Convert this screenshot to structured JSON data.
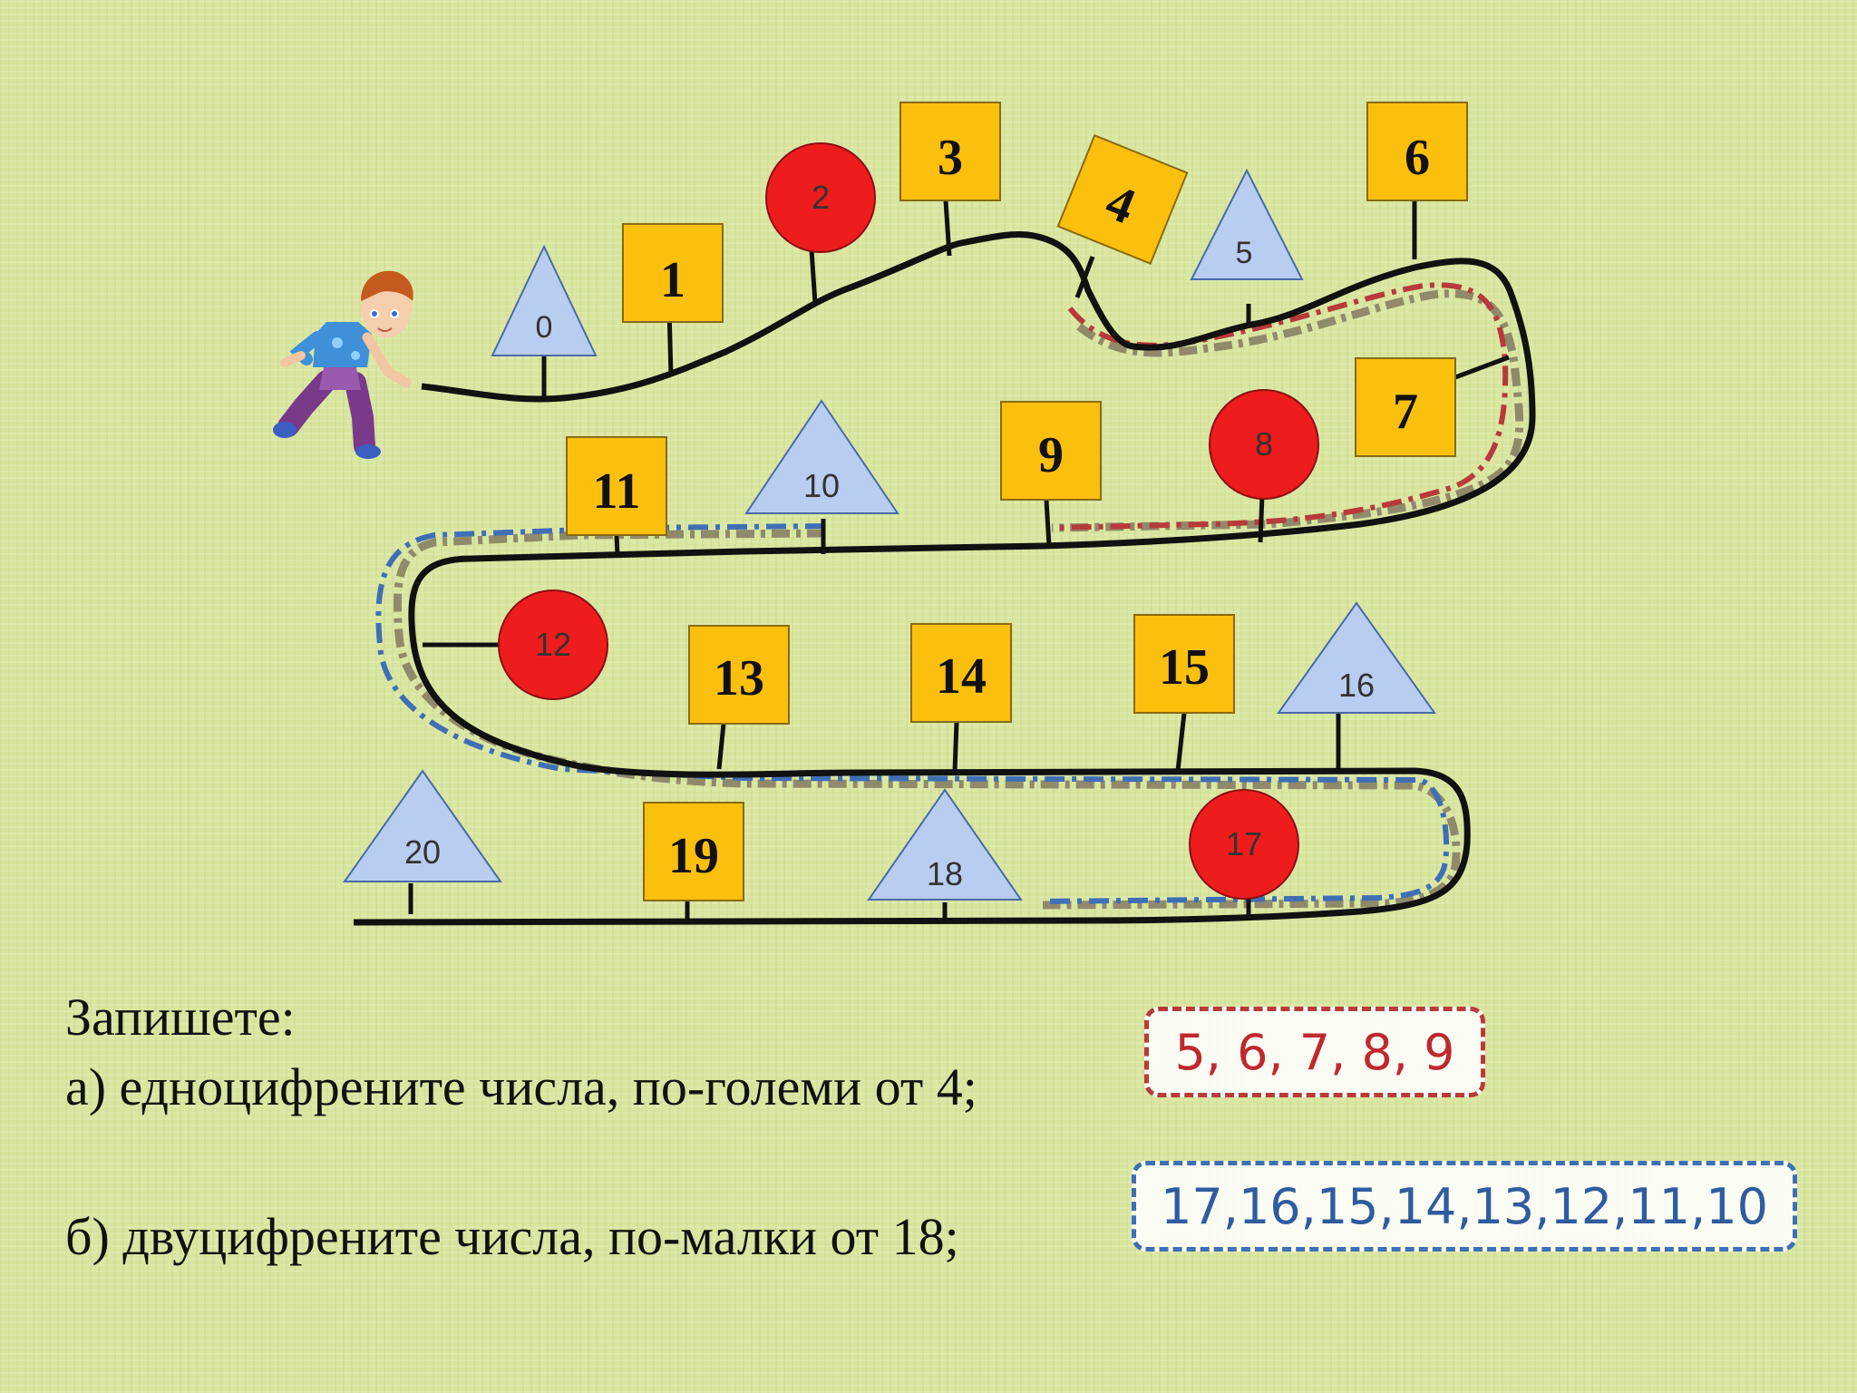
{
  "markers": [
    {
      "n": "0",
      "shape": "triangle"
    },
    {
      "n": "1",
      "shape": "square"
    },
    {
      "n": "2",
      "shape": "circle"
    },
    {
      "n": "3",
      "shape": "square"
    },
    {
      "n": "4",
      "shape": "square-tilted"
    },
    {
      "n": "5",
      "shape": "triangle"
    },
    {
      "n": "6",
      "shape": "square"
    },
    {
      "n": "7",
      "shape": "square"
    },
    {
      "n": "8",
      "shape": "circle"
    },
    {
      "n": "9",
      "shape": "square"
    },
    {
      "n": "10",
      "shape": "triangle"
    },
    {
      "n": "11",
      "shape": "square"
    },
    {
      "n": "12",
      "shape": "circle"
    },
    {
      "n": "13",
      "shape": "square"
    },
    {
      "n": "14",
      "shape": "square"
    },
    {
      "n": "15",
      "shape": "square"
    },
    {
      "n": "16",
      "shape": "triangle"
    },
    {
      "n": "17",
      "shape": "circle"
    },
    {
      "n": "18",
      "shape": "triangle"
    },
    {
      "n": "19",
      "shape": "square"
    },
    {
      "n": "20",
      "shape": "triangle"
    }
  ],
  "colors": {
    "square_fill": "#fbbf0e",
    "circle_fill": "#ee1c1c",
    "triangle_fill": "#b8cdef",
    "path": "#111111",
    "red_dash": "#b83a3a",
    "blue_dash": "#3f6fb5",
    "olive_dash": "#8f8a6a"
  },
  "prompt": "Запишете:",
  "task_a": "а) едноцифрените числа, по-големи от 4;",
  "task_b": "б) двуцифрените числа, по-малки от 18;",
  "answer_a": "5, 6, 7, 8, 9",
  "answer_b": "17,16,15,14,13,12,11,10"
}
